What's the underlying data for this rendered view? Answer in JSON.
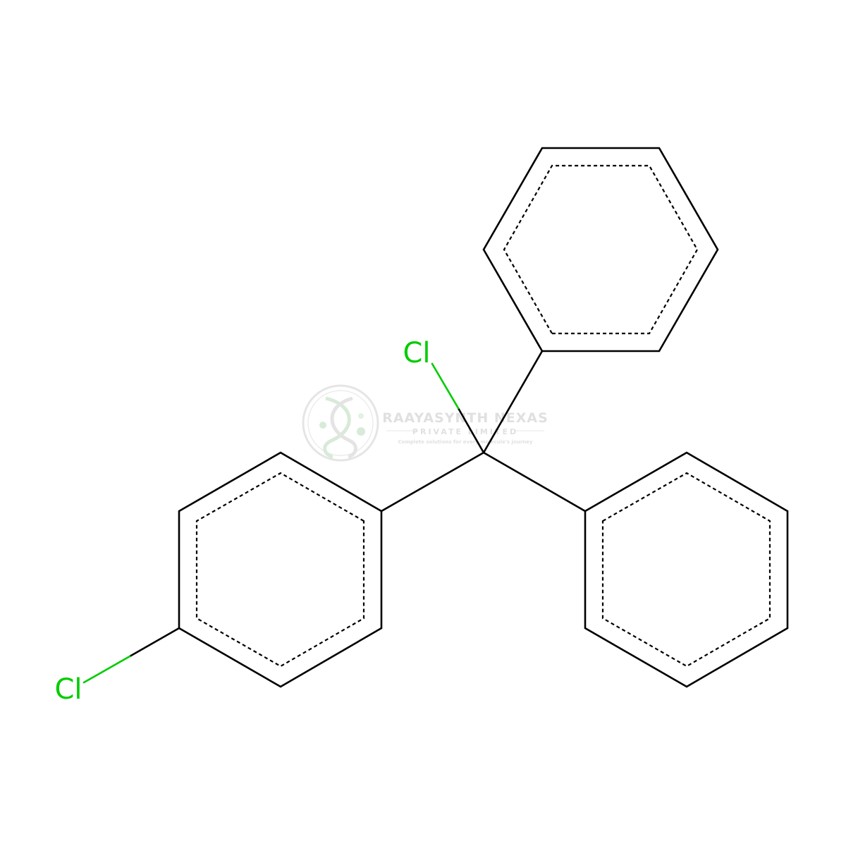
{
  "molecule": {
    "atoms": {
      "chlorine_central": "Cl",
      "chlorine_para": "Cl"
    },
    "colors": {
      "bond": "#000000",
      "chlorine": "#00cc00"
    }
  },
  "watermark": {
    "name": "RAAYASYNTH NEXAS",
    "subtitle": "PRIVATE LIMITED",
    "tagline": "Complete solutions for every molecule's journey",
    "color": "#c8c8c8"
  }
}
